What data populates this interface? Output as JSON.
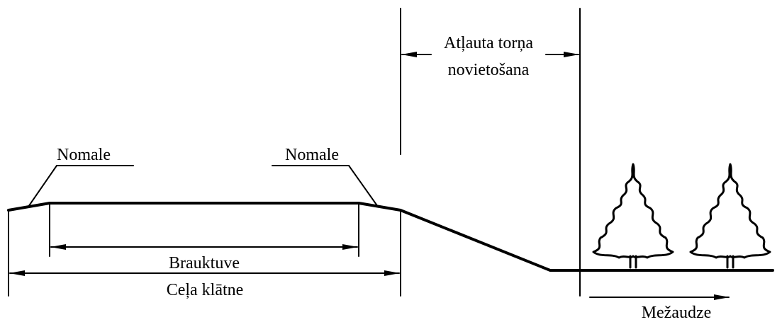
{
  "labels": {
    "nomale_left": "Nomale",
    "nomale_right": "Nomale",
    "atlauta_line1": "Atļauta torņa",
    "atlauta_line2": "novietošana",
    "brauktuve": "Brauktuve",
    "cela_klatne": "Ceļa klātne",
    "mezaudze": "Mežaudze"
  },
  "colors": {
    "ink": "#000000",
    "background": "#ffffff"
  }
}
